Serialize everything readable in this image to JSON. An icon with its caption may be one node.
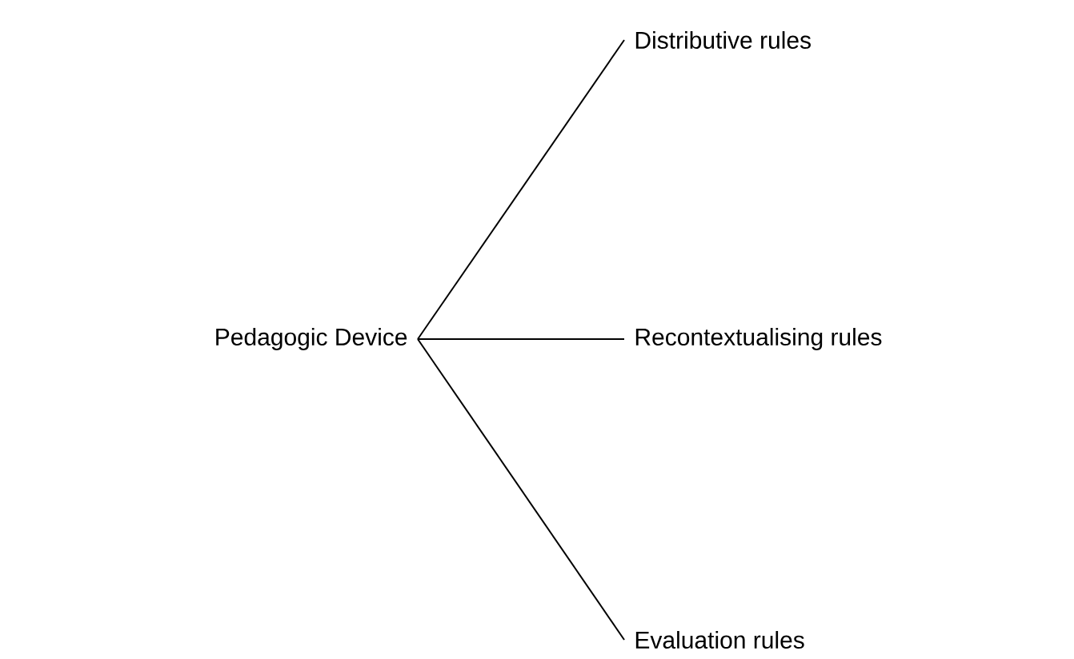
{
  "diagram": {
    "nodes": [
      {
        "text": [
          "Pedagogic Device"
        ]
      },
      {
        "text": [
          "Distributive rules"
        ]
      },
      {
        "text": [
          "Recontextualising rules"
        ]
      },
      {
        "text": [
          "Evaluation rules"
        ]
      }
    ],
    "edges": [
      {
        "from": 0,
        "to": 1,
        "arrow": "none"
      },
      {
        "from": 0,
        "to": 2,
        "arrow": "none"
      },
      {
        "from": 0,
        "to": 3,
        "arrow": "none"
      }
    ]
  }
}
